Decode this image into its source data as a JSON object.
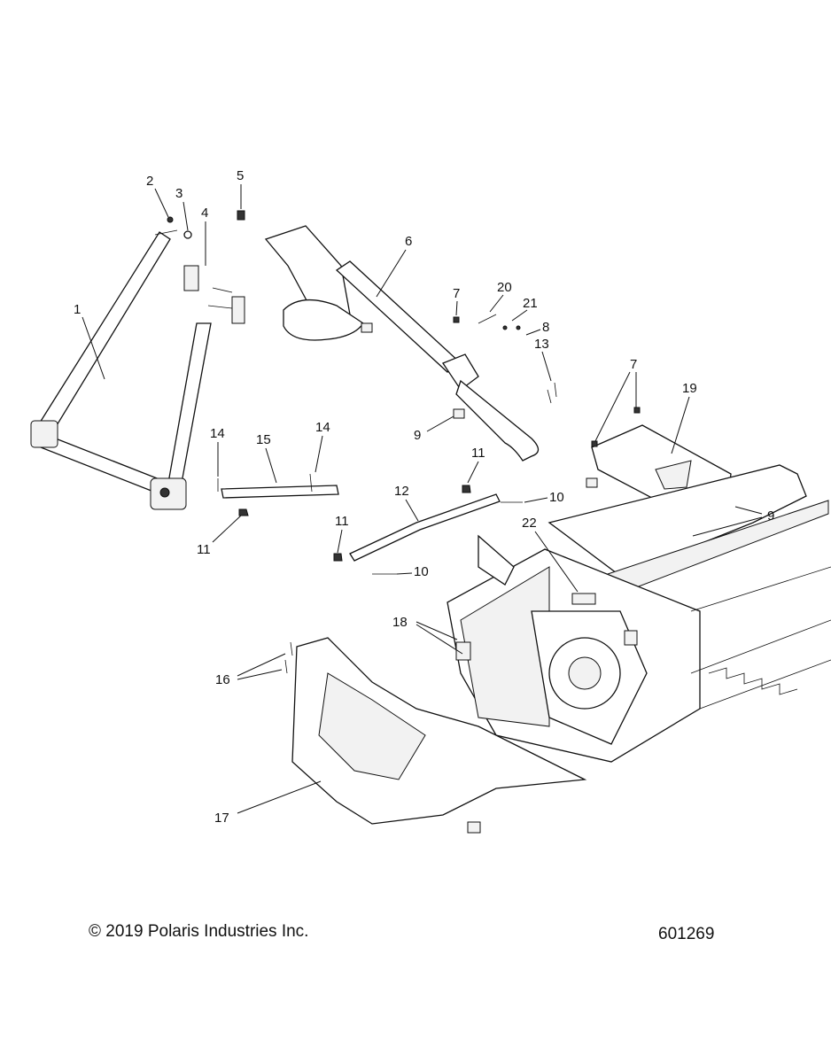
{
  "callouts": [
    {
      "id": "c1",
      "label": "1"
    },
    {
      "id": "c2",
      "label": "2"
    },
    {
      "id": "c3",
      "label": "3"
    },
    {
      "id": "c4",
      "label": "4"
    },
    {
      "id": "c5",
      "label": "5"
    },
    {
      "id": "c6",
      "label": "6"
    },
    {
      "id": "c7a",
      "label": "7"
    },
    {
      "id": "c20",
      "label": "20"
    },
    {
      "id": "c21",
      "label": "21"
    },
    {
      "id": "c8",
      "label": "8"
    },
    {
      "id": "c13",
      "label": "13"
    },
    {
      "id": "c7b",
      "label": "7"
    },
    {
      "id": "c19",
      "label": "19"
    },
    {
      "id": "c9a",
      "label": "9"
    },
    {
      "id": "c14a",
      "label": "14"
    },
    {
      "id": "c15",
      "label": "15"
    },
    {
      "id": "c14b",
      "label": "14"
    },
    {
      "id": "c11a",
      "label": "11"
    },
    {
      "id": "c10a",
      "label": "10"
    },
    {
      "id": "c12",
      "label": "12"
    },
    {
      "id": "c11b",
      "label": "11"
    },
    {
      "id": "c11c",
      "label": "11"
    },
    {
      "id": "c10b",
      "label": "10"
    },
    {
      "id": "c9b",
      "label": "9"
    },
    {
      "id": "c22",
      "label": "22"
    },
    {
      "id": "c18",
      "label": "18"
    },
    {
      "id": "c16",
      "label": "16"
    },
    {
      "id": "c17",
      "label": "17"
    }
  ],
  "footer": {
    "copyright": "© 2019 Polaris Industries Inc.",
    "diagram_number": "601269"
  }
}
